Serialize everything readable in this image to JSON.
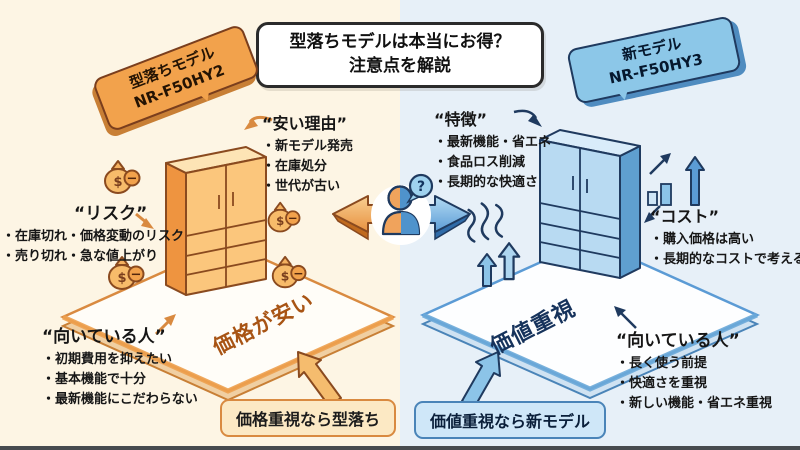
{
  "title": {
    "line1": "型落ちモデルは本当にお得？",
    "line2": "注意点を解説"
  },
  "center": {
    "question_mark": "?"
  },
  "old_model": {
    "bubble": {
      "line1": "型落ちモデル",
      "line2": "NR-F50HY2"
    },
    "cheap_reasons": {
      "heading": "“安い理由”",
      "items": [
        "新モデル発売",
        "在庫処分",
        "世代が古い"
      ]
    },
    "risk": {
      "heading": "“リスク”",
      "items": [
        "在庫切れ・価格変動のリスク",
        "売り切れ・急な値上がり"
      ]
    },
    "suited": {
      "heading": "“向いている人”",
      "items": [
        "初期費用を抑えたい",
        "基本機能で十分",
        "最新機能にこだわらない"
      ]
    },
    "platform_label": "価格が安い",
    "conclusion": "価格重視なら型落ち",
    "money_symbol": "$",
    "minus_symbol": "−"
  },
  "new_model": {
    "bubble": {
      "line1": "新モデル",
      "line2": "NR-F50HY3"
    },
    "features": {
      "heading": "“特徴”",
      "items": [
        "最新機能・省エネ",
        "食品ロス削減",
        "長期的な快適さ"
      ]
    },
    "cost": {
      "heading": "“コスト”",
      "items": [
        "購入価格は高い",
        "長期的なコストで考える"
      ]
    },
    "suited": {
      "heading": "“向いている人”",
      "items": [
        "長く使う前提",
        "快適さを重視",
        "新しい機能・省エネ重視"
      ]
    },
    "platform_label": "価値重視",
    "conclusion": "価値重視なら新モデル"
  },
  "colors": {
    "left_bg": "#fdf5e4",
    "right_bg": "#e7f0f8",
    "orange_accent": "#ef9440",
    "blue_accent": "#5b9bd5",
    "brown_outline": "#8a4a1f",
    "navy_outline": "#1f3a5f"
  }
}
